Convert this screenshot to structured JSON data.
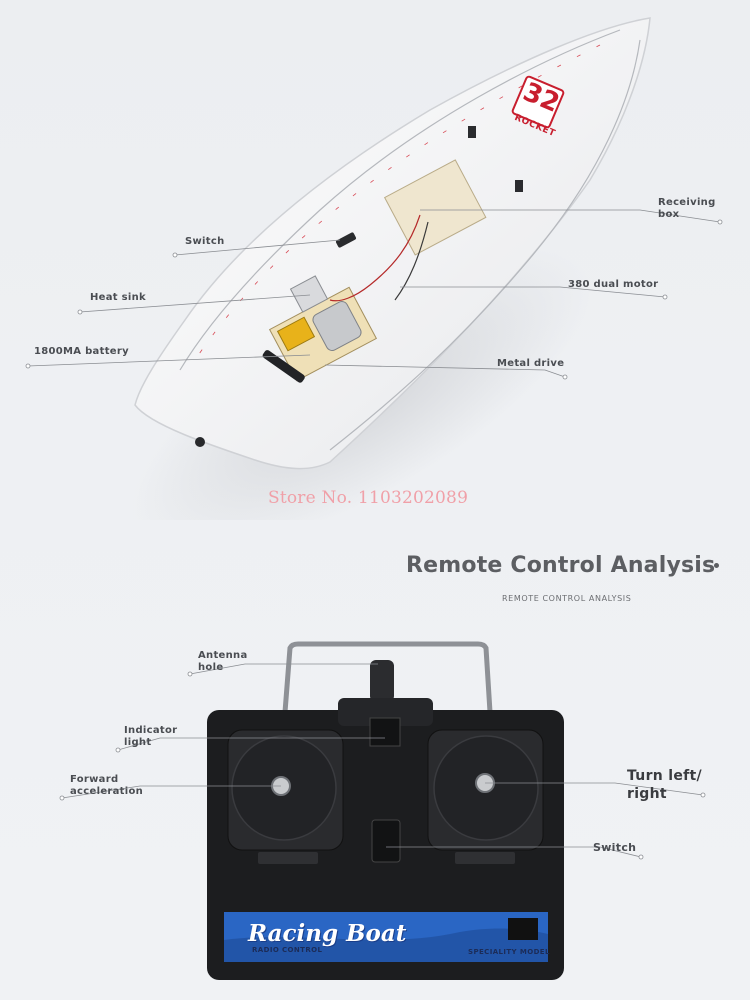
{
  "boat": {
    "badge_number": "32",
    "badge_text": "ROCKET",
    "callouts": {
      "switch": "Switch",
      "heat_sink": "Heat sink",
      "battery": "1800MA battery",
      "receiving_box": "Receiving box",
      "motor": "380 dual motor",
      "metal_drive": "Metal drive"
    }
  },
  "watermark": "Store No. 1103202089",
  "section": {
    "title": "Remote Control Analysis",
    "subtitle": "REMOTE CONTROL ANALYSIS"
  },
  "remote": {
    "callouts": {
      "antenna_hole": "Antenna hole",
      "indicator_light": "Indicator light",
      "forward_acceleration": "Forward acceleration",
      "turn": "Turn left/ right",
      "switch": "Switch"
    },
    "banner_title": "Racing Boat",
    "banner_sub_left": "RADIO CONTROL",
    "banner_sub_right": "SPECIALITY MODEL"
  },
  "colors": {
    "hull": "#f7f7f8",
    "badge_red": "#c81e2e",
    "remote_body": "#1c1d1f",
    "banner_blue": "#2a66c4",
    "callout_line": "#8a8d92"
  }
}
